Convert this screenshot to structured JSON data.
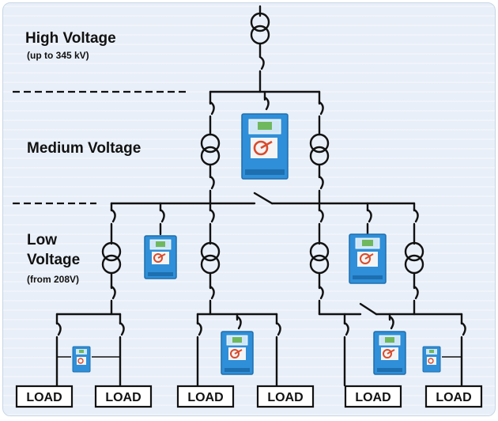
{
  "levels": {
    "high": {
      "title": "High Voltage",
      "subtitle": "(up to 345 kV)"
    },
    "medium": {
      "title": "Medium Voltage"
    },
    "low": {
      "title_line1": "Low",
      "title_line2": "Voltage",
      "subtitle": "(from 208V)"
    }
  },
  "load_label": "LOAD",
  "colors": {
    "cabinet": "#2f8fd8",
    "cabinet_dark": "#1d6fb0",
    "panel": "#cfe6f7",
    "logo": "#d94b2b",
    "line": "#111111"
  }
}
